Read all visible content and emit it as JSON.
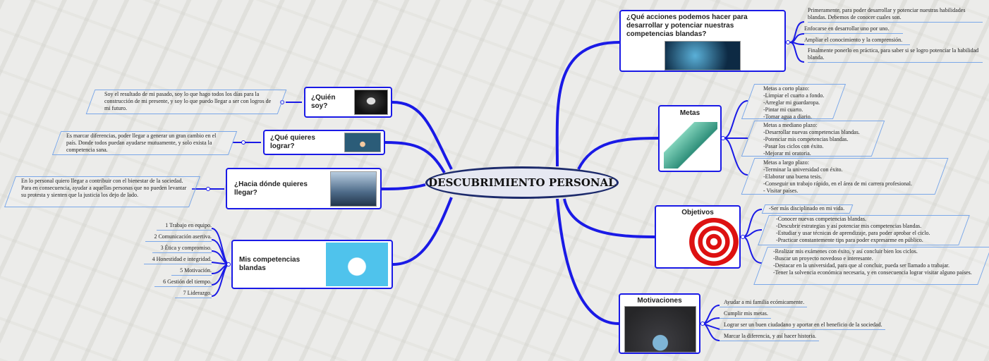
{
  "central": {
    "title": "DESCUBRIMIENTO PERSONAL"
  },
  "acciones": {
    "title": "¿Qué acciones podemos hacer para desarrollar y potenciar nuestras competencias blandas?",
    "items": [
      "Primeramente, para poder desarrollar y potenciar nuestras habilidades blandas. Debemos de conocer cuales son.",
      "Enfocarse en desarrollar uno por uno.",
      "Ampliar el conocimiento y la comprensión.",
      "Finalmente ponerlo en práctica, para saber si se logro potenciar la habilidad blanda."
    ]
  },
  "metas": {
    "title": "Metas",
    "items": [
      "Metas a corto plazo:\n-Limpiar el cuarto a fondo.\n-Arreglar mi guardaropa.\n-Pintar mi cuarto.\n-Tomar agua a diario.",
      "Metas a mediano plazo:\n-Desarrollar nuevas competencias blandas.\n-Potenciar mis competencias blandas.\n-Pasar los ciclos con éxito.\n-Mejorar mi oratoria.",
      "Metas a largo plazo:\n-Terminar la universidad con éxito.\n-Elaborar una buena tesis.\n-Conseguir un trabajo rápido, en el área de mi carrera profesional.\n- Visitar países."
    ]
  },
  "objetivos": {
    "title": "Objetivos",
    "items": [
      "-Ser más disciplinado en mi vida.",
      "-Conocer nuevas competencias blandas.\n-Descubrir estrategias y así potenciar mis competencias blandas.\n-Estudiar y usar técnicas de aprendizaje, para poder aprobar el ciclo.\n-Practicar constantemente tips para poder expresarme en público.",
      "-Realizar mis exámenes con éxito, y así concluir bien los ciclos.\n-Buscar un proyecto novedoso e interesante.\n-Destacar en la universidad, para que al concluir, pueda ser llamado a trabajar.\n-Tener la solvencia económica necesaria, y en consecuencia lograr visitar alguno países."
    ]
  },
  "motivaciones": {
    "title": "Motivaciones",
    "items": [
      "Ayudar a mi familia ecómicamente.",
      "Cumplir mis metas.",
      "Lograr ser un buen ciudadano y aportar en el beneficio de la sociedad.",
      "Marcar la diferencia, y así hacer historia."
    ]
  },
  "quien": {
    "title": "¿Quién soy?",
    "text": "Soy el resultado de mi pasado, soy lo que hago todos los días para la construcción de mi presente, y soy lo que puedo llegar a ser con logros de mi futuro."
  },
  "lograr": {
    "title": "¿Qué quieres lograr?",
    "text": "Es marcar diferencias, poder llegar a generar un gran cambio en el país. Donde todos puedan ayudarse mutuamente, y solo exista la competencia sana."
  },
  "hacia": {
    "title": "¿Hacia dónde quieres llegar?",
    "text": "En lo personal quiero llegar a contribuir con el bienestar de la sociedad. Para en consecuencia, ayudar a aquellas personas que no pueden levantar su protesta y sienten que la justicia los dejo de lado."
  },
  "competencias": {
    "title": "Mis competencias blandas",
    "items": [
      "1  Trabajo en equipo.",
      "2  Comunicación asertiva.",
      "3  Ética y compromiso.",
      "4  Honestidad e integridad.",
      "5  Motivación.",
      "6  Gestión del tiempo.",
      "7  Liderazgo."
    ]
  },
  "colors": {
    "branch": "#1a1ae6",
    "leaf": "#7aa7e8",
    "center_border": "#1c2a6b"
  }
}
